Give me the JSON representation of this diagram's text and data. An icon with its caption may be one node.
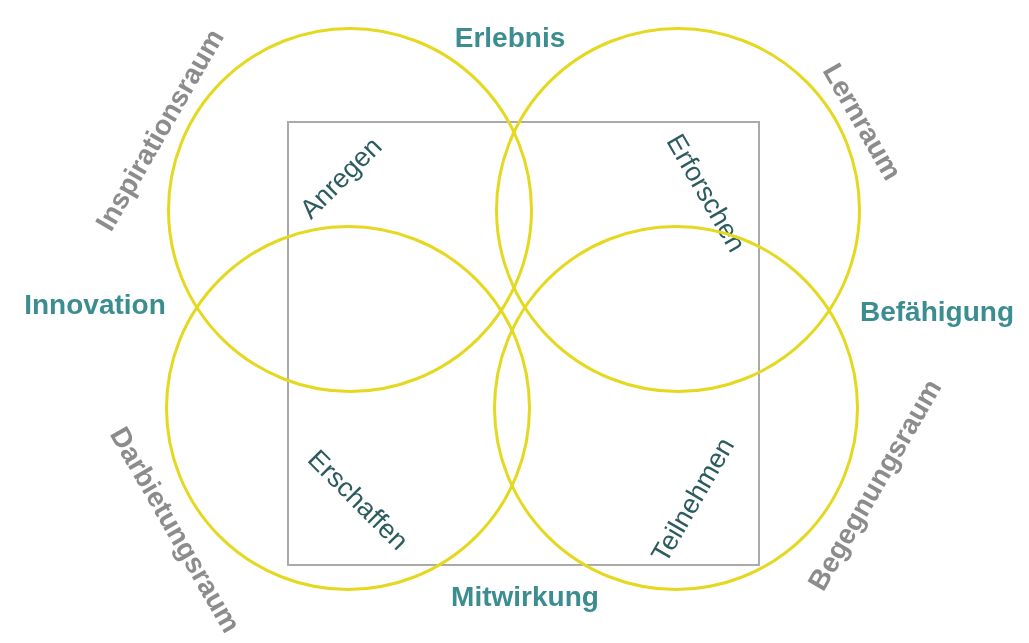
{
  "diagram": {
    "nodes": [
      {
        "text": [
          "Anregen"
        ]
      },
      {
        "text": [
          "Erforschen"
        ]
      },
      {
        "text": [
          "Erschaffen"
        ]
      },
      {
        "text": [
          "Teilnehmen"
        ]
      }
    ],
    "labels": [
      "Erlebnis",
      "Inspirationsraum",
      "Lernraum",
      "Innovation",
      "Befähigung",
      "Darbietungsraum",
      "Begegnungsraum",
      "Mitwirkung"
    ]
  }
}
